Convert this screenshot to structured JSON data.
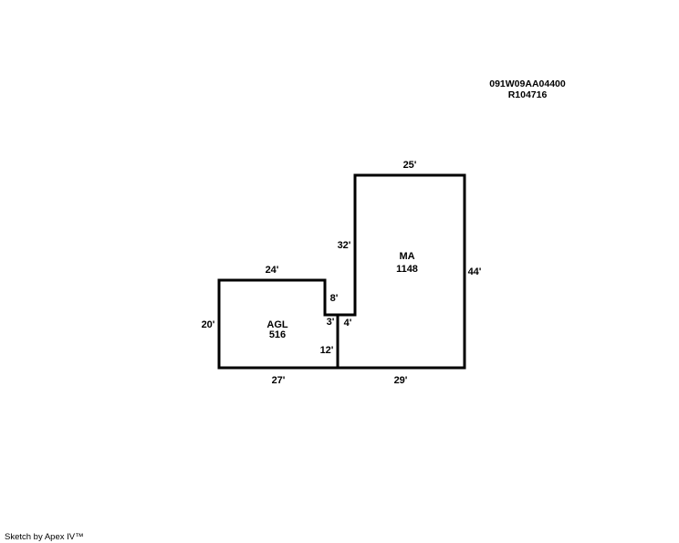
{
  "header": {
    "parcel_id": "091W09AA04400",
    "account_id": "R104716"
  },
  "sketch": {
    "areas": [
      {
        "code": "MA",
        "sqft": "1148"
      },
      {
        "code": "AGL",
        "sqft": "516"
      }
    ],
    "dimensions": {
      "ma_top": "25'",
      "ma_left_upper": "32'",
      "ma_right": "44'",
      "ma_bottom": "29'",
      "notch_step": "4'",
      "agl_top": "24'",
      "agl_right_upper": "8'",
      "notch_width": "3'",
      "shared_wall": "12'",
      "agl_left": "20'",
      "agl_bottom": "27'"
    }
  },
  "footer": {
    "credit": "Sketch by Apex IV™"
  }
}
